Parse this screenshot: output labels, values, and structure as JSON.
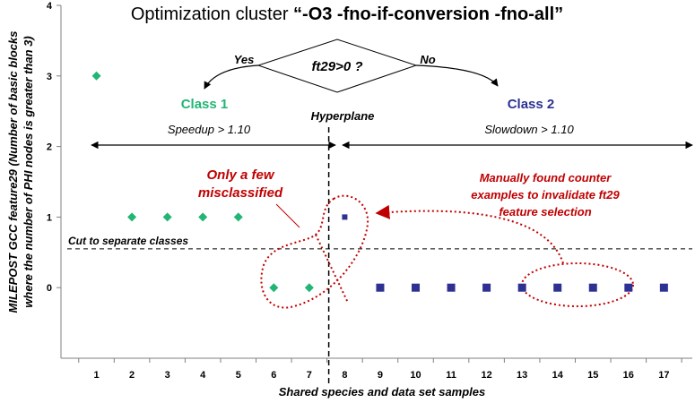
{
  "chart_data": {
    "type": "scatter",
    "title_prefix": "Optimization cluster ",
    "title_bold": "“-O3 -fno-if-conversion -fno-all”",
    "xlabel": "Shared species and data set samples",
    "ylabel_line1": "MILEPOST GCC feature29 (Number of basic blocks",
    "ylabel_line2": "where the number of PHI nodes is greater than 3)",
    "xlim": [
      0,
      17.8
    ],
    "ylim": [
      -1,
      4
    ],
    "x_ticks": [
      "1",
      "2",
      "3",
      "4",
      "5",
      "6",
      "7",
      "8",
      "9",
      "10",
      "11",
      "12",
      "13",
      "14",
      "15",
      "16",
      "17"
    ],
    "y_ticks": [
      "0",
      "1",
      "2",
      "3",
      "4"
    ],
    "series": [
      {
        "marker": "diamond",
        "color": "#22b573",
        "points": [
          [
            1,
            3
          ],
          [
            2,
            1
          ],
          [
            3,
            1
          ],
          [
            4,
            1
          ],
          [
            5,
            1
          ],
          [
            6,
            0
          ],
          [
            7,
            0
          ]
        ]
      },
      {
        "marker": "square",
        "color": "#2e3192",
        "points": [
          [
            8,
            1
          ],
          [
            9,
            0
          ],
          [
            10,
            0
          ],
          [
            11,
            0
          ],
          [
            12,
            0
          ],
          [
            13,
            0
          ],
          [
            14,
            0
          ],
          [
            15,
            0
          ],
          [
            16,
            0
          ],
          [
            17,
            0
          ]
        ]
      }
    ],
    "hyperplane_x": 7.55,
    "cut_y": 0.55,
    "annotations": {
      "decision": "ft29>0 ?",
      "yes": "Yes",
      "no": "No",
      "class1": "Class 1",
      "class2": "Class 2",
      "hyperplane": "Hyperplane",
      "speedup": "Speedup > 1.10",
      "slowdown": "Slowdown > 1.10",
      "misclassified_line1": "Only a few",
      "misclassified_line2": "misclassified",
      "manual_line1": "Manually found counter",
      "manual_line2": "examples to invalidate ft29",
      "manual_line3": "feature selection",
      "cut": "Cut to separate classes"
    },
    "colors": {
      "class1": "#22b573",
      "class2": "#2e3192",
      "annotation": "#c00000",
      "axis": "#808080"
    }
  }
}
